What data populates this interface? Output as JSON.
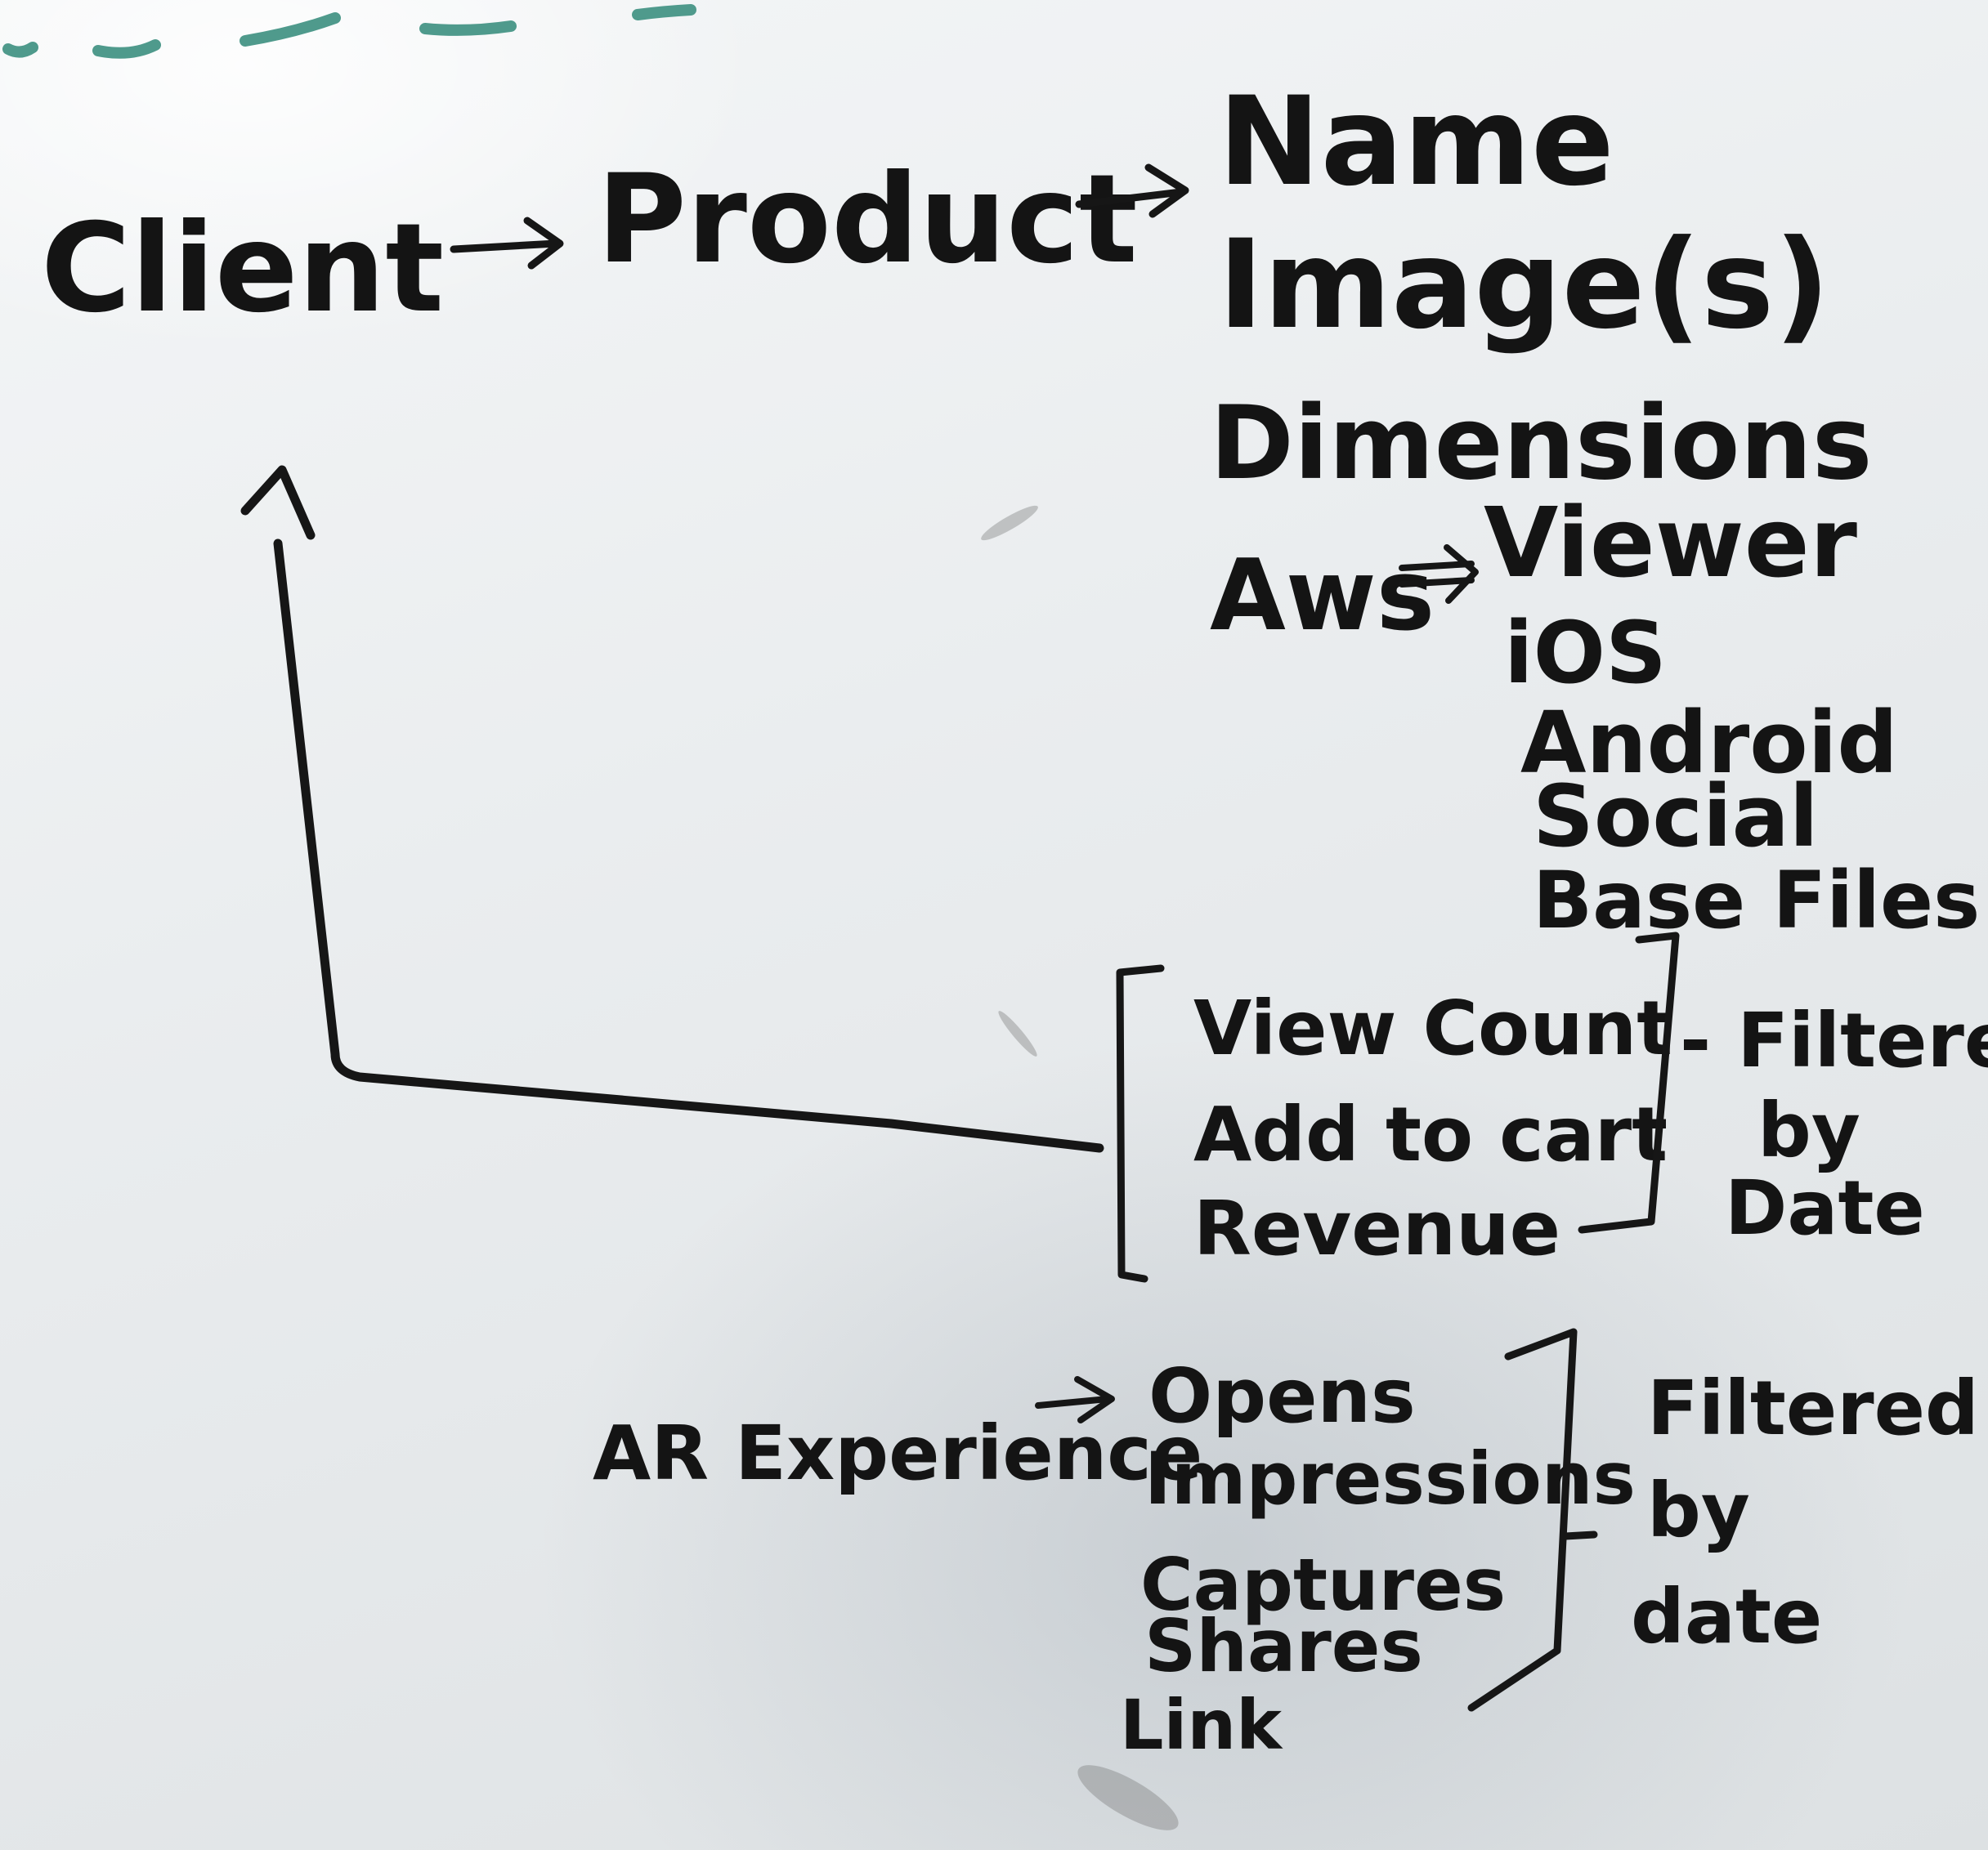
{
  "top_row": {
    "client": "Client",
    "product": "Product"
  },
  "product_attributes": [
    "Name",
    "Image(s)",
    "Dimensions"
  ],
  "aws": {
    "label": "Aws",
    "viewer": "Viewer",
    "platforms": [
      "iOS",
      "Android",
      "Social",
      "Base Files"
    ]
  },
  "metrics": {
    "items": [
      "View Count",
      "Add to cart",
      "Revenue"
    ],
    "note_lines": [
      "- Filtered",
      "by",
      "Date"
    ]
  },
  "ar": {
    "label": "AR Experience",
    "items": [
      "Opens",
      "Impressions",
      "Captures",
      "Shares",
      "Link"
    ],
    "note_lines": [
      "Filtered",
      "by",
      "date"
    ]
  },
  "colors": {
    "ink": "#161616",
    "marker_green": "#4f9a8c",
    "board": "#e9ecee"
  }
}
